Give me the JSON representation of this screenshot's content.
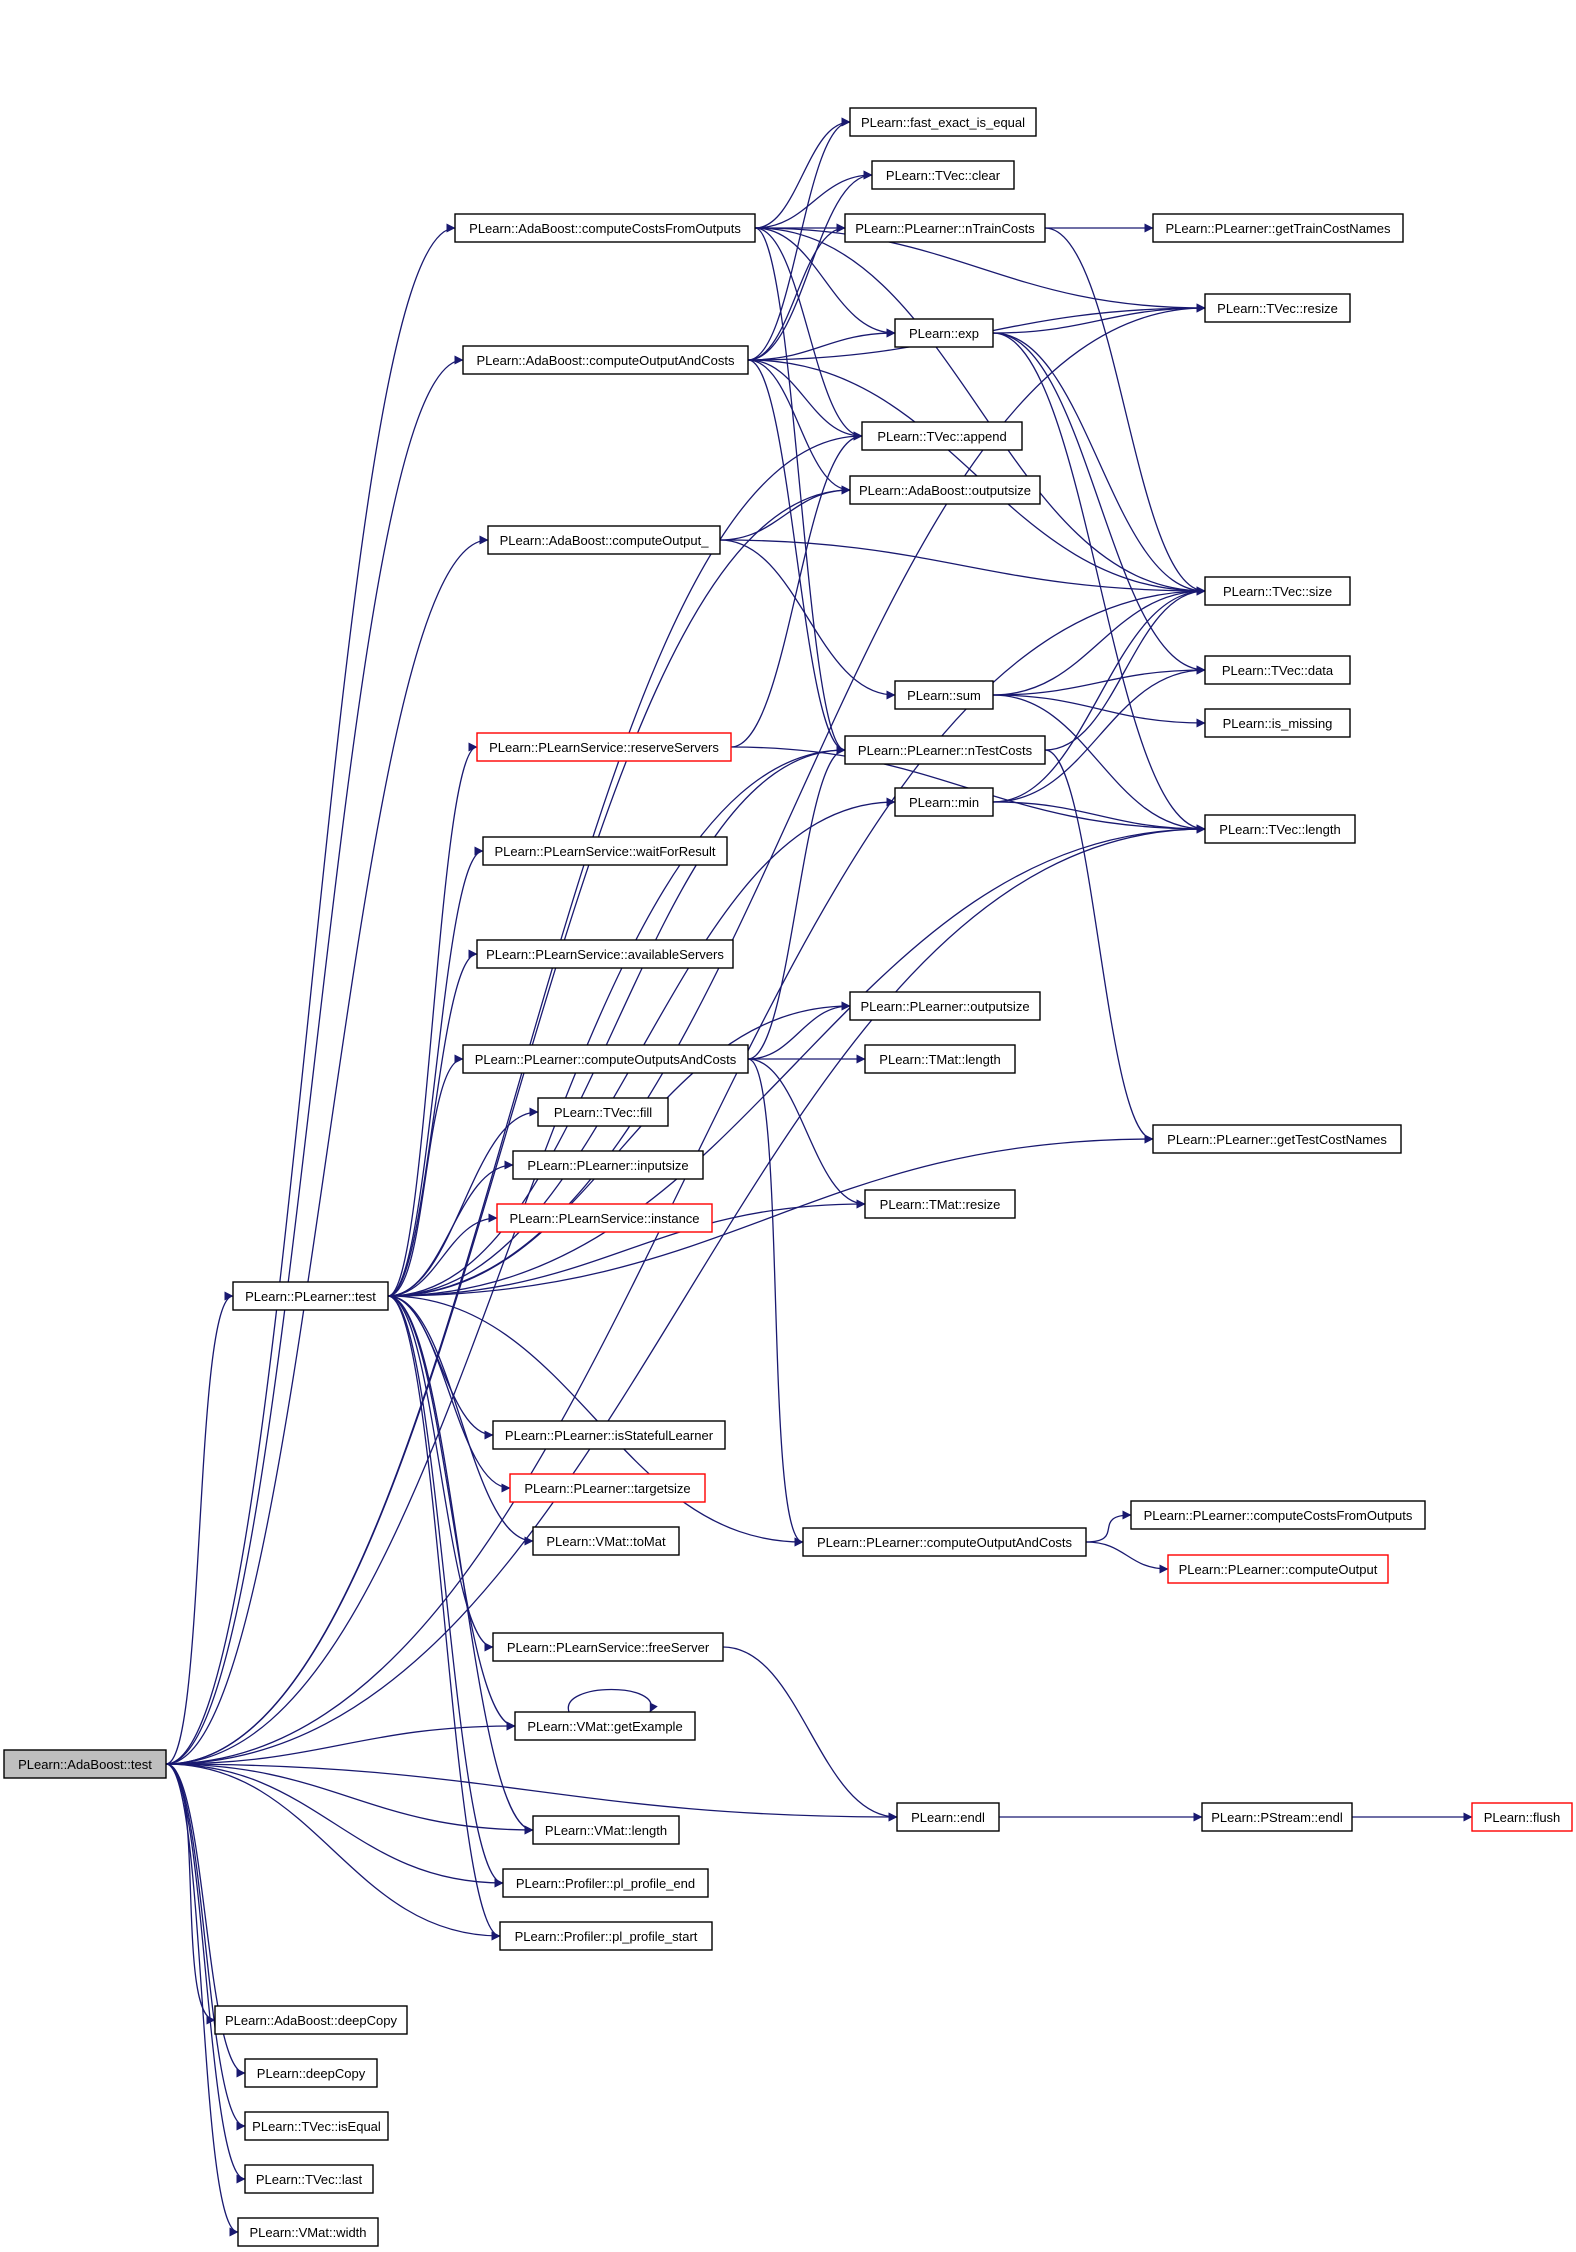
{
  "diagram": {
    "type": "call-graph",
    "colors": {
      "edge": "#191970",
      "box_border": "#000000",
      "truncated_border": "#ff0000",
      "root_fill": "#bfbfbf",
      "background": "#ffffff"
    },
    "nodes": [
      {
        "id": "adaboost_test",
        "label": "PLearn::AdaBoost::test",
        "style": "root"
      },
      {
        "id": "ab_ccfo",
        "label": "PLearn::AdaBoost::computeCostsFromOutputs",
        "style": "normal"
      },
      {
        "id": "ab_coac",
        "label": "PLearn::AdaBoost::computeOutputAndCosts",
        "style": "normal"
      },
      {
        "id": "ab_co",
        "label": "PLearn::AdaBoost::computeOutput_",
        "style": "normal"
      },
      {
        "id": "pl_test",
        "label": "PLearn::PLearner::test",
        "style": "normal"
      },
      {
        "id": "ab_deepcopy",
        "label": "PLearn::AdaBoost::deepCopy",
        "style": "normal"
      },
      {
        "id": "deepcopy",
        "label": "PLearn::deepCopy",
        "style": "normal"
      },
      {
        "id": "tvec_isequal",
        "label": "PLearn::TVec::isEqual",
        "style": "normal"
      },
      {
        "id": "tvec_last",
        "label": "PLearn::TVec::last",
        "style": "normal"
      },
      {
        "id": "vmat_width",
        "label": "PLearn::VMat::width",
        "style": "normal"
      },
      {
        "id": "fast_exact",
        "label": "PLearn::fast_exact_is_equal",
        "style": "normal"
      },
      {
        "id": "tvec_clear",
        "label": "PLearn::TVec::clear",
        "style": "normal"
      },
      {
        "id": "ntraincosts",
        "label": "PLearn::PLearner::nTrainCosts",
        "style": "normal"
      },
      {
        "id": "gettraincostnames",
        "label": "PLearn::PLearner::getTrainCostNames",
        "style": "normal"
      },
      {
        "id": "exp",
        "label": "PLearn::exp",
        "style": "normal"
      },
      {
        "id": "tvec_resize",
        "label": "PLearn::TVec::resize",
        "style": "normal"
      },
      {
        "id": "tvec_append",
        "label": "PLearn::TVec::append",
        "style": "normal"
      },
      {
        "id": "ab_outputsize",
        "label": "PLearn::AdaBoost::outputsize",
        "style": "normal"
      },
      {
        "id": "tvec_size",
        "label": "PLearn::TVec::size",
        "style": "normal"
      },
      {
        "id": "sum",
        "label": "PLearn::sum",
        "style": "normal"
      },
      {
        "id": "tvec_data",
        "label": "PLearn::TVec::data",
        "style": "normal"
      },
      {
        "id": "is_missing",
        "label": "PLearn::is_missing",
        "style": "normal"
      },
      {
        "id": "reserveservers",
        "label": "PLearn::PLearnService::reserveServers",
        "style": "truncated"
      },
      {
        "id": "ntestcosts",
        "label": "PLearn::PLearner::nTestCosts",
        "style": "normal"
      },
      {
        "id": "min",
        "label": "PLearn::min",
        "style": "normal"
      },
      {
        "id": "tvec_length",
        "label": "PLearn::TVec::length",
        "style": "normal"
      },
      {
        "id": "waitforresult",
        "label": "PLearn::PLearnService::waitForResult",
        "style": "normal"
      },
      {
        "id": "availableservers",
        "label": "PLearn::PLearnService::availableServers",
        "style": "normal"
      },
      {
        "id": "pl_outputsize",
        "label": "PLearn::PLearner::outputsize",
        "style": "normal"
      },
      {
        "id": "pl_coac",
        "label": "PLearn::PLearner::computeOutputsAndCosts",
        "style": "normal"
      },
      {
        "id": "tmat_length",
        "label": "PLearn::TMat::length",
        "style": "normal"
      },
      {
        "id": "tvec_fill",
        "label": "PLearn::TVec::fill",
        "style": "normal"
      },
      {
        "id": "gettestcostnames",
        "label": "PLearn::PLearner::getTestCostNames",
        "style": "normal"
      },
      {
        "id": "inputsize",
        "label": "PLearn::PLearner::inputsize",
        "style": "normal"
      },
      {
        "id": "tmat_resize",
        "label": "PLearn::TMat::resize",
        "style": "normal"
      },
      {
        "id": "instance",
        "label": "PLearn::PLearnService::instance",
        "style": "truncated"
      },
      {
        "id": "isstateful",
        "label": "PLearn::PLearner::isStatefulLearner",
        "style": "normal"
      },
      {
        "id": "targetsize",
        "label": "PLearn::PLearner::targetsize",
        "style": "truncated"
      },
      {
        "id": "vmat_tomat",
        "label": "PLearn::VMat::toMat",
        "style": "normal"
      },
      {
        "id": "pl_compoutcosts",
        "label": "PLearn::PLearner::computeOutputAndCosts",
        "style": "normal"
      },
      {
        "id": "pl_ccfo",
        "label": "PLearn::PLearner::computeCostsFromOutputs",
        "style": "normal"
      },
      {
        "id": "pl_computeoutput",
        "label": "PLearn::PLearner::computeOutput",
        "style": "truncated"
      },
      {
        "id": "freeserver",
        "label": "PLearn::PLearnService::freeServer",
        "style": "normal"
      },
      {
        "id": "getexample",
        "label": "PLearn::VMat::getExample",
        "style": "normal"
      },
      {
        "id": "endl",
        "label": "PLearn::endl",
        "style": "normal"
      },
      {
        "id": "pstream_endl",
        "label": "PLearn::PStream::endl",
        "style": "normal"
      },
      {
        "id": "flush",
        "label": "PLearn::flush",
        "style": "truncated"
      },
      {
        "id": "vmat_length",
        "label": "PLearn::VMat::length",
        "style": "normal"
      },
      {
        "id": "profile_end",
        "label": "PLearn::Profiler::pl_profile_end",
        "style": "normal"
      },
      {
        "id": "profile_start",
        "label": "PLearn::Profiler::pl_profile_start",
        "style": "normal"
      }
    ],
    "edges": [
      [
        "adaboost_test",
        "ab_ccfo"
      ],
      [
        "adaboost_test",
        "ab_coac"
      ],
      [
        "adaboost_test",
        "tvec_append"
      ],
      [
        "adaboost_test",
        "ab_outputsize"
      ],
      [
        "adaboost_test",
        "ab_co"
      ],
      [
        "adaboost_test",
        "tvec_size"
      ],
      [
        "adaboost_test",
        "ntestcosts"
      ],
      [
        "adaboost_test",
        "pl_test"
      ],
      [
        "adaboost_test",
        "getexample"
      ],
      [
        "adaboost_test",
        "tvec_length"
      ],
      [
        "adaboost_test",
        "endl"
      ],
      [
        "adaboost_test",
        "vmat_length"
      ],
      [
        "adaboost_test",
        "profile_end"
      ],
      [
        "adaboost_test",
        "profile_start"
      ],
      [
        "adaboost_test",
        "ab_deepcopy"
      ],
      [
        "adaboost_test",
        "deepcopy"
      ],
      [
        "adaboost_test",
        "tvec_isequal"
      ],
      [
        "adaboost_test",
        "tvec_last"
      ],
      [
        "adaboost_test",
        "vmat_width"
      ],
      [
        "ab_ccfo",
        "fast_exact"
      ],
      [
        "ab_ccfo",
        "tvec_clear"
      ],
      [
        "ab_ccfo",
        "ntraincosts"
      ],
      [
        "ab_ccfo",
        "exp"
      ],
      [
        "ab_ccfo",
        "tvec_resize"
      ],
      [
        "ab_ccfo",
        "tvec_size"
      ],
      [
        "ab_ccfo",
        "tvec_append"
      ],
      [
        "ab_ccfo",
        "ntestcosts"
      ],
      [
        "ab_coac",
        "fast_exact"
      ],
      [
        "ab_coac",
        "tvec_clear"
      ],
      [
        "ab_coac",
        "ntraincosts"
      ],
      [
        "ab_coac",
        "exp"
      ],
      [
        "ab_coac",
        "tvec_resize"
      ],
      [
        "ab_coac",
        "tvec_append"
      ],
      [
        "ab_coac",
        "ab_outputsize"
      ],
      [
        "ab_coac",
        "tvec_size"
      ],
      [
        "ab_coac",
        "ntestcosts"
      ],
      [
        "ab_co",
        "ab_outputsize"
      ],
      [
        "ab_co",
        "tvec_size"
      ],
      [
        "ab_co",
        "sum"
      ],
      [
        "ntraincosts",
        "gettraincostnames"
      ],
      [
        "ntraincosts",
        "tvec_size"
      ],
      [
        "exp",
        "tvec_resize"
      ],
      [
        "exp",
        "tvec_size"
      ],
      [
        "exp",
        "tvec_data"
      ],
      [
        "exp",
        "tvec_length"
      ],
      [
        "sum",
        "tvec_size"
      ],
      [
        "sum",
        "tvec_data"
      ],
      [
        "sum",
        "is_missing"
      ],
      [
        "sum",
        "tvec_length"
      ],
      [
        "ntestcosts",
        "tvec_size"
      ],
      [
        "ntestcosts",
        "gettestcostnames"
      ],
      [
        "min",
        "tvec_size"
      ],
      [
        "min",
        "tvec_data"
      ],
      [
        "min",
        "tvec_length"
      ],
      [
        "reserveservers",
        "tvec_append"
      ],
      [
        "reserveservers",
        "tvec_length"
      ],
      [
        "pl_test",
        "reserveservers"
      ],
      [
        "pl_test",
        "ntestcosts"
      ],
      [
        "pl_test",
        "min"
      ],
      [
        "pl_test",
        "waitforresult"
      ],
      [
        "pl_test",
        "availableservers"
      ],
      [
        "pl_test",
        "pl_outputsize"
      ],
      [
        "pl_test",
        "pl_coac"
      ],
      [
        "pl_test",
        "tvec_fill"
      ],
      [
        "pl_test",
        "inputsize"
      ],
      [
        "pl_test",
        "instance"
      ],
      [
        "pl_test",
        "tmat_resize"
      ],
      [
        "pl_test",
        "tvec_resize"
      ],
      [
        "pl_test",
        "tvec_length"
      ],
      [
        "pl_test",
        "gettestcostnames"
      ],
      [
        "pl_test",
        "isstateful"
      ],
      [
        "pl_test",
        "targetsize"
      ],
      [
        "pl_test",
        "vmat_tomat"
      ],
      [
        "pl_test",
        "pl_compoutcosts"
      ],
      [
        "pl_test",
        "freeserver"
      ],
      [
        "pl_test",
        "getexample"
      ],
      [
        "pl_test",
        "vmat_length"
      ],
      [
        "pl_test",
        "profile_end"
      ],
      [
        "pl_test",
        "profile_start"
      ],
      [
        "pl_coac",
        "pl_outputsize"
      ],
      [
        "pl_coac",
        "tmat_length"
      ],
      [
        "pl_coac",
        "tmat_resize"
      ],
      [
        "pl_coac",
        "ntestcosts"
      ],
      [
        "pl_coac",
        "pl_compoutcosts"
      ],
      [
        "pl_compoutcosts",
        "pl_ccfo"
      ],
      [
        "pl_compoutcosts",
        "pl_computeoutput"
      ],
      [
        "freeserver",
        "endl"
      ],
      [
        "getexample",
        "getexample"
      ],
      [
        "endl",
        "pstream_endl"
      ],
      [
        "pstream_endl",
        "flush"
      ]
    ]
  }
}
